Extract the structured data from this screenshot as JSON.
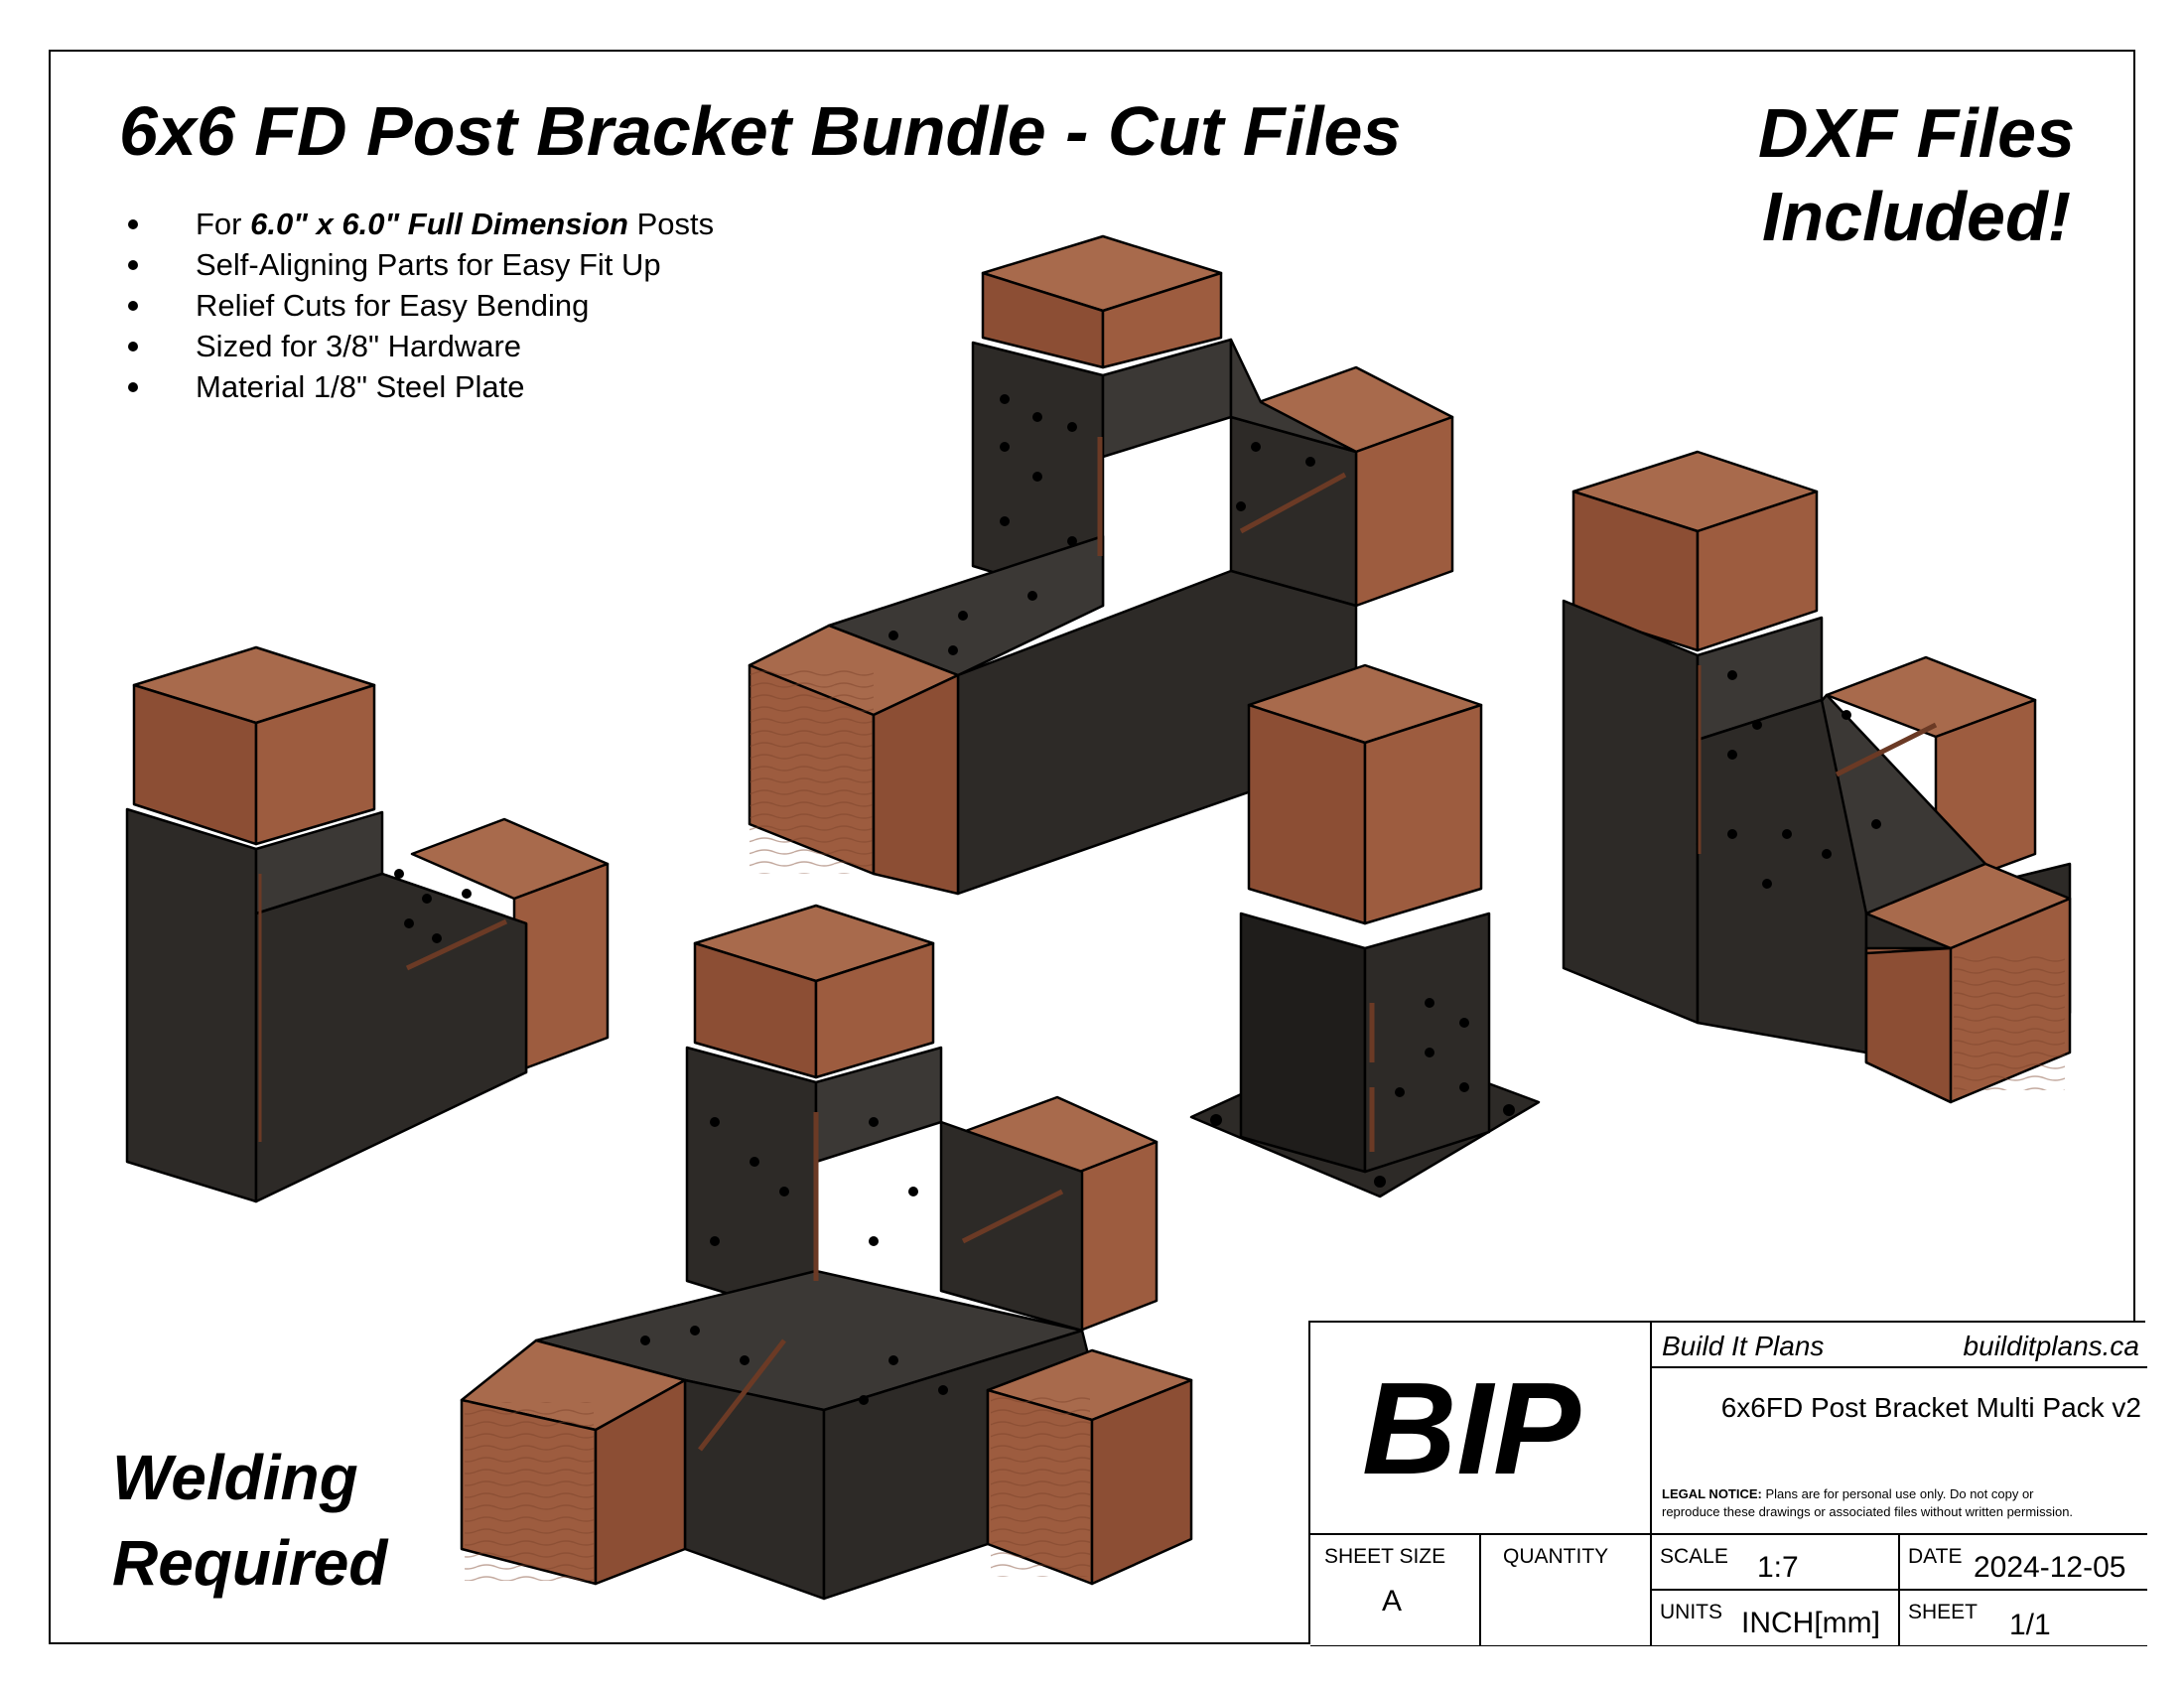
{
  "header": {
    "title": "6x6 FD Post Bracket Bundle - Cut Files",
    "dxf_line1": "DXF Files",
    "dxf_line2": "Included!"
  },
  "features": [
    {
      "pre": "For ",
      "bold": "6.0\" x 6.0\" Full Dimension",
      "post": " Posts"
    },
    {
      "pre": "Self-Aligning Parts for Easy Fit Up",
      "bold": "",
      "post": ""
    },
    {
      "pre": "Relief Cuts for Easy Bending",
      "bold": "",
      "post": ""
    },
    {
      "pre": "Sized for 3/8\" Hardware",
      "bold": "",
      "post": ""
    },
    {
      "pre": "Material 1/8\" Steel Plate",
      "bold": "",
      "post": ""
    }
  ],
  "welding": {
    "line1": "Welding",
    "line2": "Required"
  },
  "title_block": {
    "logo": "BIP",
    "company": "Build It Plans",
    "website": "builditplans.ca",
    "drawing_name": "6x6FD Post Bracket Multi Pack v2",
    "legal_label": "LEGAL NOTICE:",
    "legal_text1": " Plans are for personal use only. Do not copy or",
    "legal_text2": "reproduce these drawings or associated files without written permission.",
    "sheet_size_label": "SHEET SIZE",
    "sheet_size_value": "A",
    "quantity_label": "QUANTITY",
    "scale_label": "SCALE",
    "scale_value": "1:7",
    "date_label": "DATE",
    "date_value": "2024-12-05",
    "units_label": "UNITS",
    "units_value": "INCH[mm]",
    "sheet_label": "SHEET",
    "sheet_value": "1/1"
  },
  "colors": {
    "wood_top": "#a86a4c",
    "wood_left": "#8c4e34",
    "wood_right": "#9d5c3f",
    "steel": "#2d2a27",
    "steel_dark": "#1f1d1b",
    "steel_light": "#3b3835"
  }
}
